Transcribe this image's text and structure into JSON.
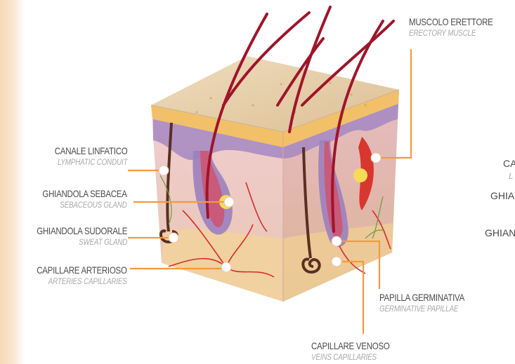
{
  "labels": {
    "muscolo": {
      "it": "MUSCOLO ERETTORE",
      "en": "ERECTORY MUSCLE"
    },
    "canale": {
      "it": "CANALE LINFATICO",
      "en": "LYMPHATIC CONDUIT"
    },
    "sebacea": {
      "it": "GHIANDOLA SEBACEA",
      "en": "SEBACEOUS GLAND"
    },
    "sudorale": {
      "it": "GHIANDOLA SUDORALE",
      "en": "SWEAT GLAND"
    },
    "arterioso": {
      "it": "CAPILLARE ARTERIOSO",
      "en": "ARTERIES CAPILLARIES"
    },
    "papilla": {
      "it": "PAPILLA GERMINATIVA",
      "en": "GERMINATIVE PAPILLAE"
    },
    "venoso": {
      "it": "CAPILLARE  VENOSO",
      "en": "VEINS CAPILLARIES"
    }
  },
  "clipped_right": {
    "line1": "CA",
    "line2": "L",
    "line3": "GHIA",
    "line4": "GHIAN"
  },
  "colors": {
    "leader": "#f39a3a",
    "skin_top": "#e8cfa5",
    "epidermis": "#f2c068",
    "dermis": "#efc9c4",
    "basal_layer": "#9a78b8",
    "hair": "#a0142a",
    "vessel": "#d92b2b"
  }
}
